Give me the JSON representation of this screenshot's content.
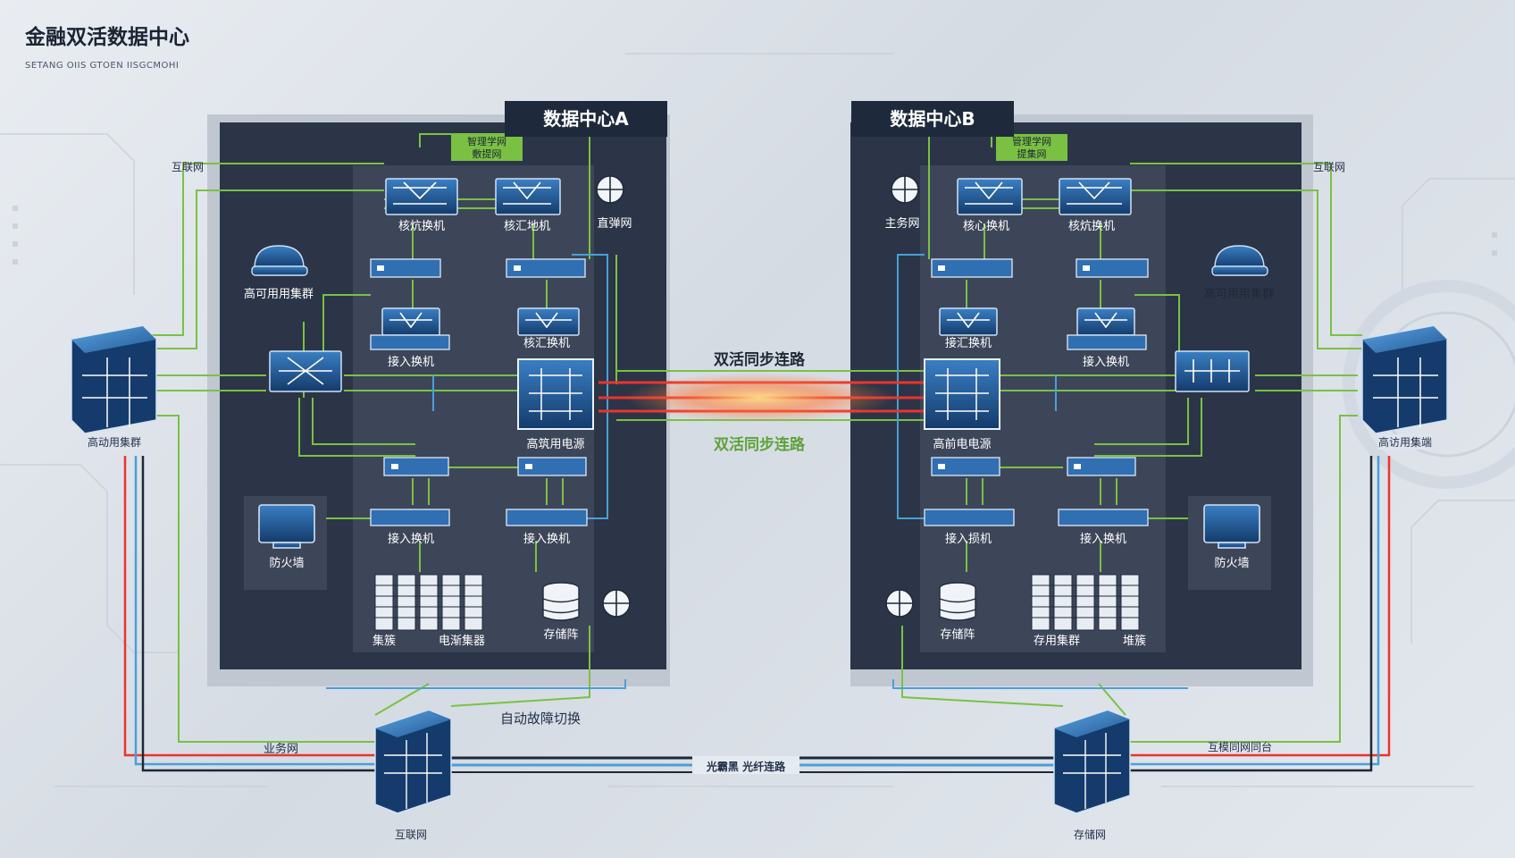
{
  "header": {
    "title": "金融双活数据中心",
    "subtitle": "SETANG OIIS GTOEN IISGCMOHI"
  },
  "datacenter_a": {
    "name": "数据中心A",
    "mgmt_label_top": "智理学网",
    "mgmt_label_bottom": "敷提网",
    "core_left": "核炕换机",
    "core_right": "核汇地机",
    "outer_label": "直弹网",
    "ha_cluster": "高可用用集群",
    "agg_left": "接入换机",
    "agg_right": "核汇换机",
    "storage_core": "高筑用电源",
    "firewall": "防火墙",
    "access_left": "接入换机",
    "access_right": "接入换机",
    "server_left": "集簇",
    "server_right": "电渐集器",
    "storage": "存储阵"
  },
  "datacenter_b": {
    "name": "数据中心B",
    "mgmt_label_top": "管理学网",
    "mgmt_label_bottom": "提集网",
    "outer_label": "主务网",
    "core_left": "核心换机",
    "core_right": "核炕换机",
    "ha_cluster": "高可用用集群",
    "agg_left": "接汇换机",
    "agg_right": "接入换机",
    "storage_core": "高前电电源",
    "firewall": "防火墙",
    "access_left": "接入损机",
    "access_right": "接入换机",
    "storage": "存储阵",
    "server_left": "存用集群",
    "server_right": "堆簇"
  },
  "external": {
    "internet_left": "互联网",
    "internet_right": "互联网",
    "gslb_left": "高动用集群",
    "gslb_right": "高访用集端",
    "business_net": "业务网",
    "internet_bottom": "互联网",
    "storage_net": "存储网",
    "backup_net": "互模同网同台"
  },
  "links": {
    "sync_top": "双活同步连路",
    "sync_bottom": "双活同步连路",
    "failover": "自动故障切换",
    "fiber": "光霸黑 光纤连路"
  },
  "colors": {
    "panel": "#2b3547",
    "inner": "#3d4659",
    "green": "#7ac143",
    "red": "#e8352c",
    "blue": "#4a9fd8",
    "device": "#1b4f86"
  }
}
